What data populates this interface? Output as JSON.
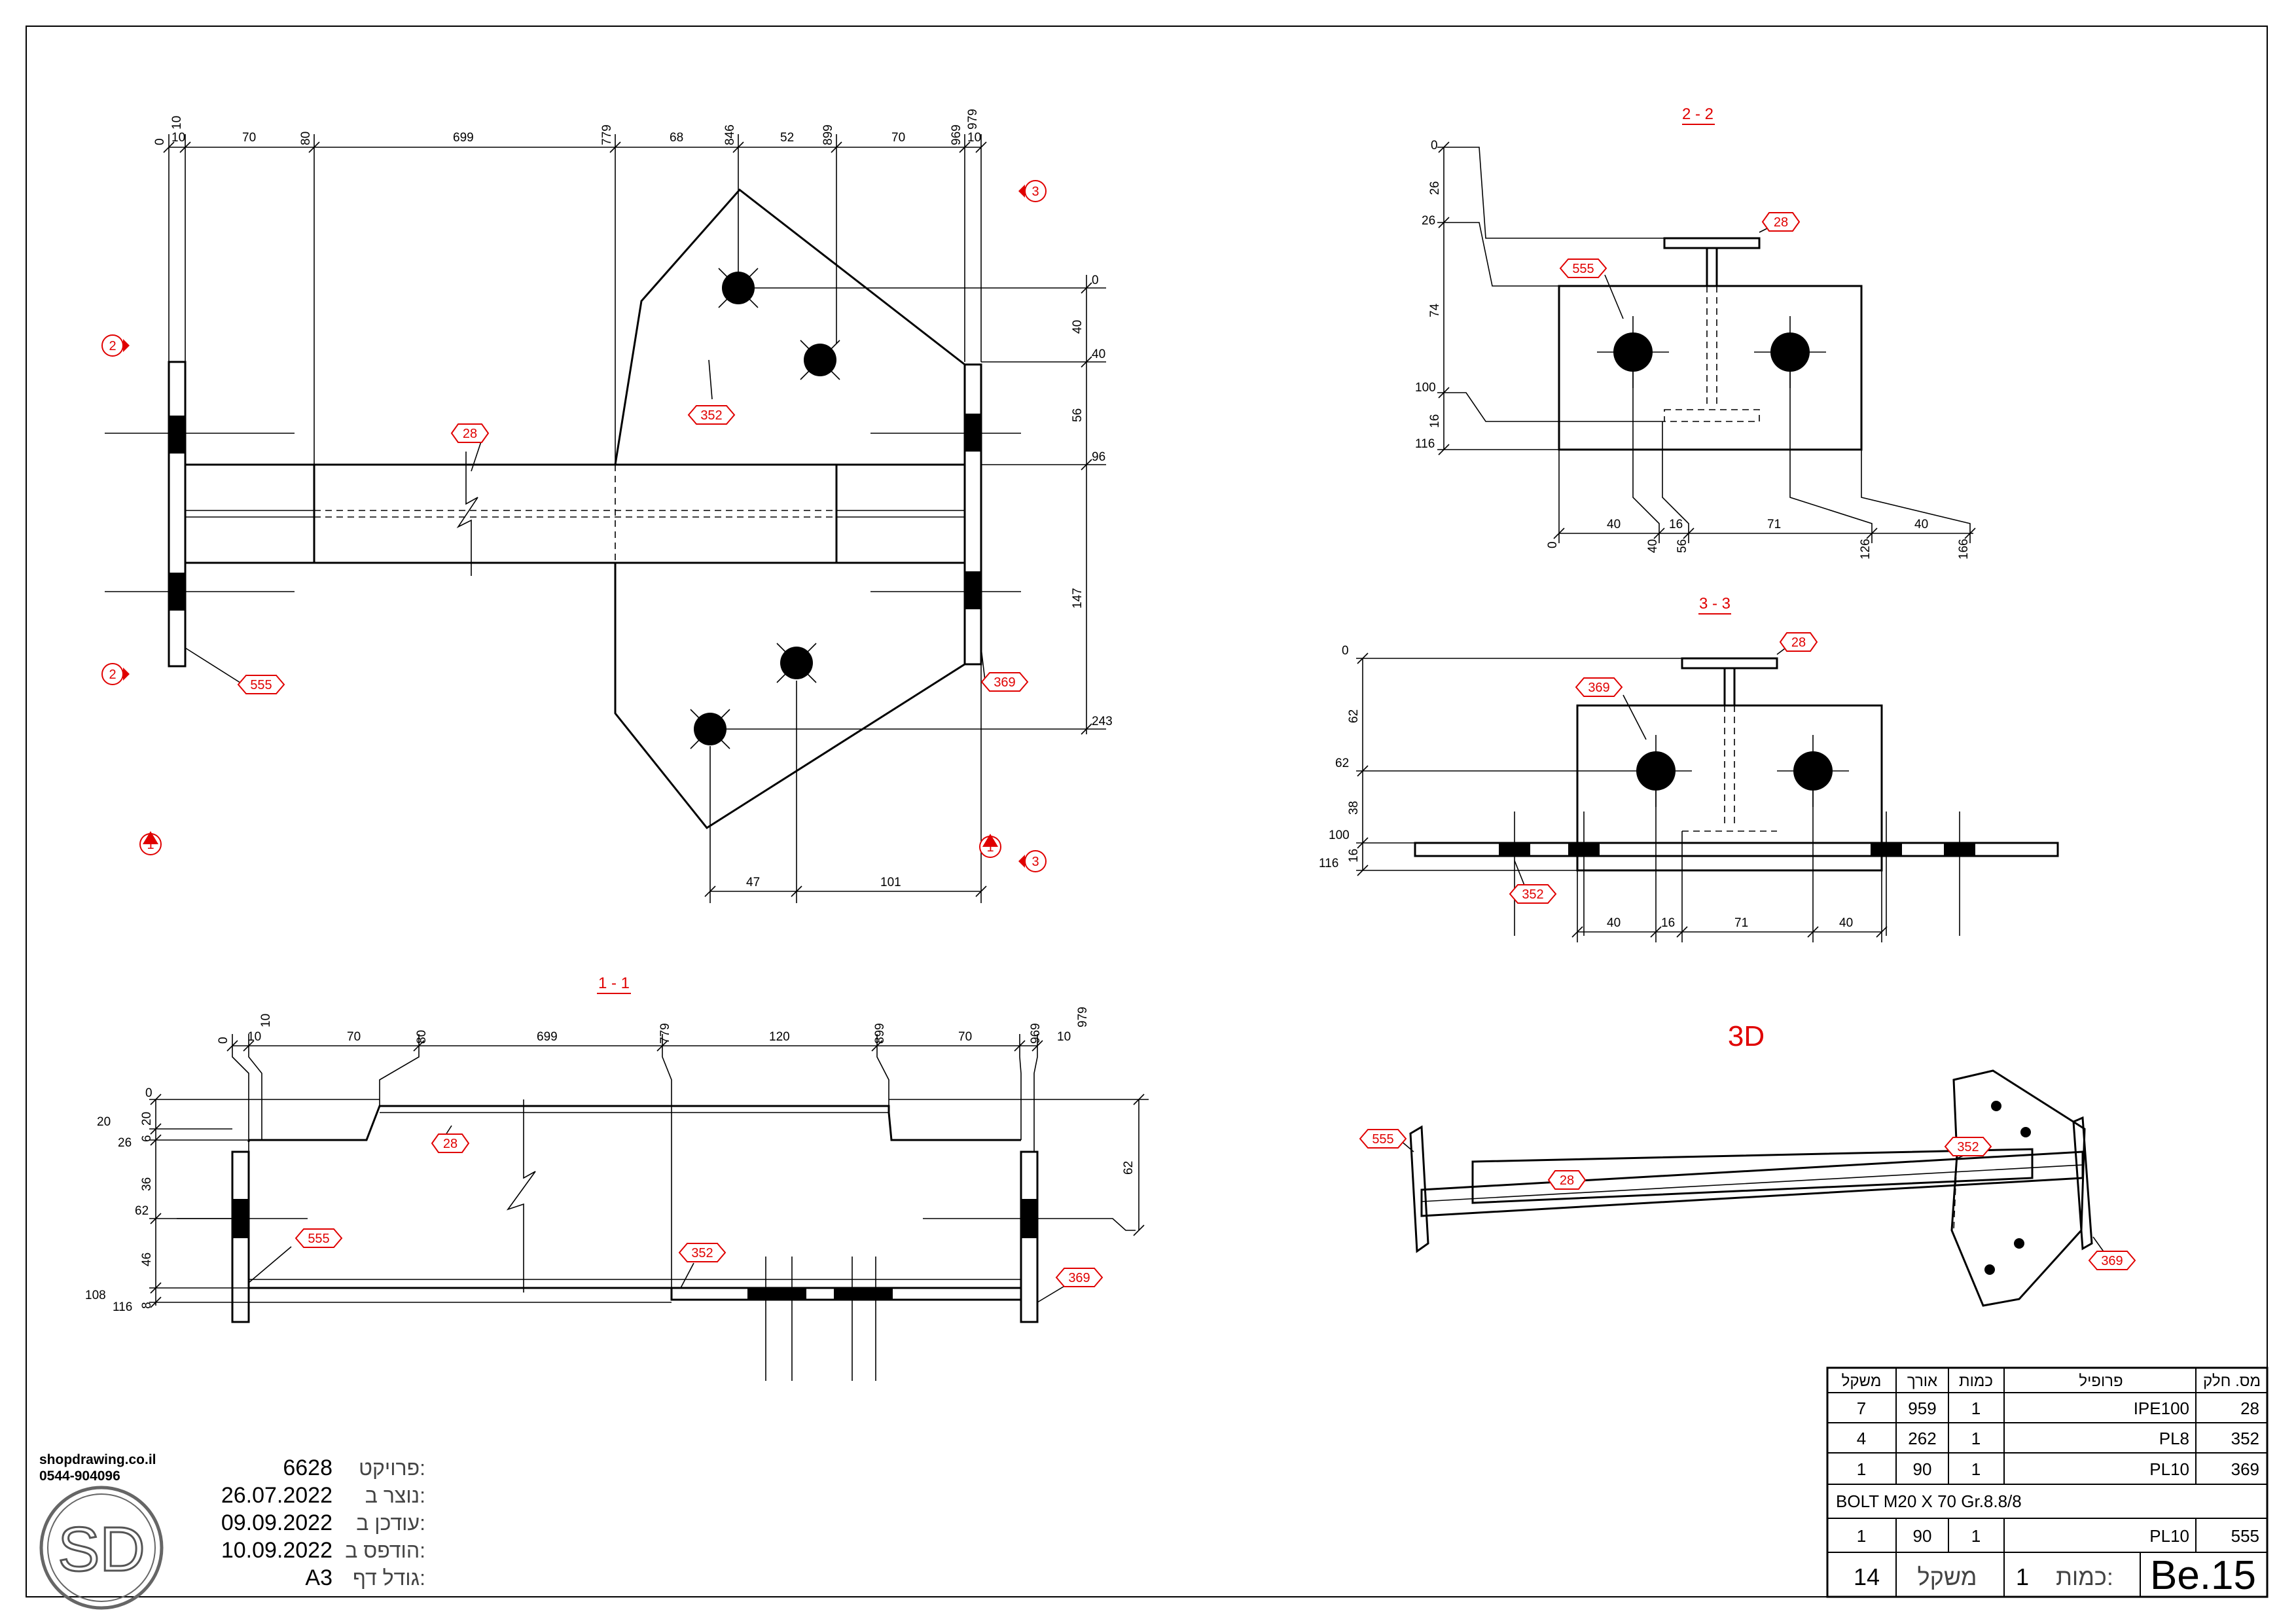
{
  "views": {
    "section_1": "1 - 1",
    "section_2": "2 - 2",
    "section_3": "3 - 3",
    "view_3d": "3D"
  },
  "markers": [
    "1",
    "2",
    "3"
  ],
  "part_tags": [
    "28",
    "352",
    "369",
    "555"
  ],
  "dims": {
    "plan_top_ord": [
      "0",
      "10",
      "80",
      "779",
      "846",
      "899",
      "969",
      "979"
    ],
    "plan_top_seg": [
      "10",
      "70",
      "699",
      "68",
      "52",
      "70",
      "10"
    ],
    "plan_right_ord": [
      "0",
      "40",
      "96",
      "243"
    ],
    "plan_right_seg": [
      "40",
      "56",
      "147"
    ],
    "plan_bottom_seg": [
      "47",
      "101"
    ],
    "s2_left_ord": [
      "0",
      "26",
      "100",
      "116"
    ],
    "s2_left_seg": [
      "26",
      "74",
      "16"
    ],
    "s2_bottom_ord": [
      "0",
      "40",
      "56",
      "126",
      "166"
    ],
    "s2_bottom_seg": [
      "40",
      "16",
      "71",
      "40"
    ],
    "s3_left_ord": [
      "0",
      "62",
      "100",
      "116"
    ],
    "s3_left_seg": [
      "62",
      "38",
      "16"
    ],
    "s3_bottom_seg": [
      "40",
      "16",
      "71",
      "40"
    ],
    "s1_top_ord": [
      "0",
      "10",
      "80",
      "779",
      "899",
      "969",
      "979"
    ],
    "s1_top_seg": [
      "10",
      "70",
      "699",
      "120",
      "70",
      "10"
    ],
    "s1_left_ord": [
      "0",
      "20",
      "26",
      "62",
      "108",
      "116"
    ],
    "s1_left_seg": [
      "20",
      "6",
      "36",
      "46",
      "8"
    ],
    "s1_right_seg": "62"
  },
  "company": {
    "site": "shopdrawing.co.il",
    "phone": "0544-904096",
    "logo_text": "SD"
  },
  "project_info": [
    {
      "label": "פרויקט:",
      "value": "6628"
    },
    {
      "label": "נוצר ב:",
      "value": "26.07.2022"
    },
    {
      "label": "עודכן ב:",
      "value": "09.09.2022"
    },
    {
      "label": "הודפס ב:",
      "value": "10.09.2022"
    },
    {
      "label": "גודל דף:",
      "value": "A3"
    }
  ],
  "parts_table": {
    "headers": [
      "משקל",
      "אורך",
      "כמות",
      "פרופיל",
      "מס. חלק"
    ],
    "rows": [
      {
        "weight": "7",
        "length": "959",
        "qty": "1",
        "profile": "IPE100",
        "part": "28"
      },
      {
        "weight": "4",
        "length": "262",
        "qty": "1",
        "profile": "PL8",
        "part": "352"
      },
      {
        "weight": "1",
        "length": "90",
        "qty": "1",
        "profile": "PL10",
        "part": "369"
      }
    ],
    "bolt_note": "BOLT M20 X 70 Gr.8.8/8",
    "last_row": {
      "weight": "1",
      "length": "90",
      "qty": "1",
      "profile": "PL10",
      "part": "555"
    }
  },
  "assembly": {
    "weight_value": "14",
    "weight_label": "משקל",
    "qty_label": "כמות:",
    "qty_value": "1",
    "mark": "Be.15"
  }
}
